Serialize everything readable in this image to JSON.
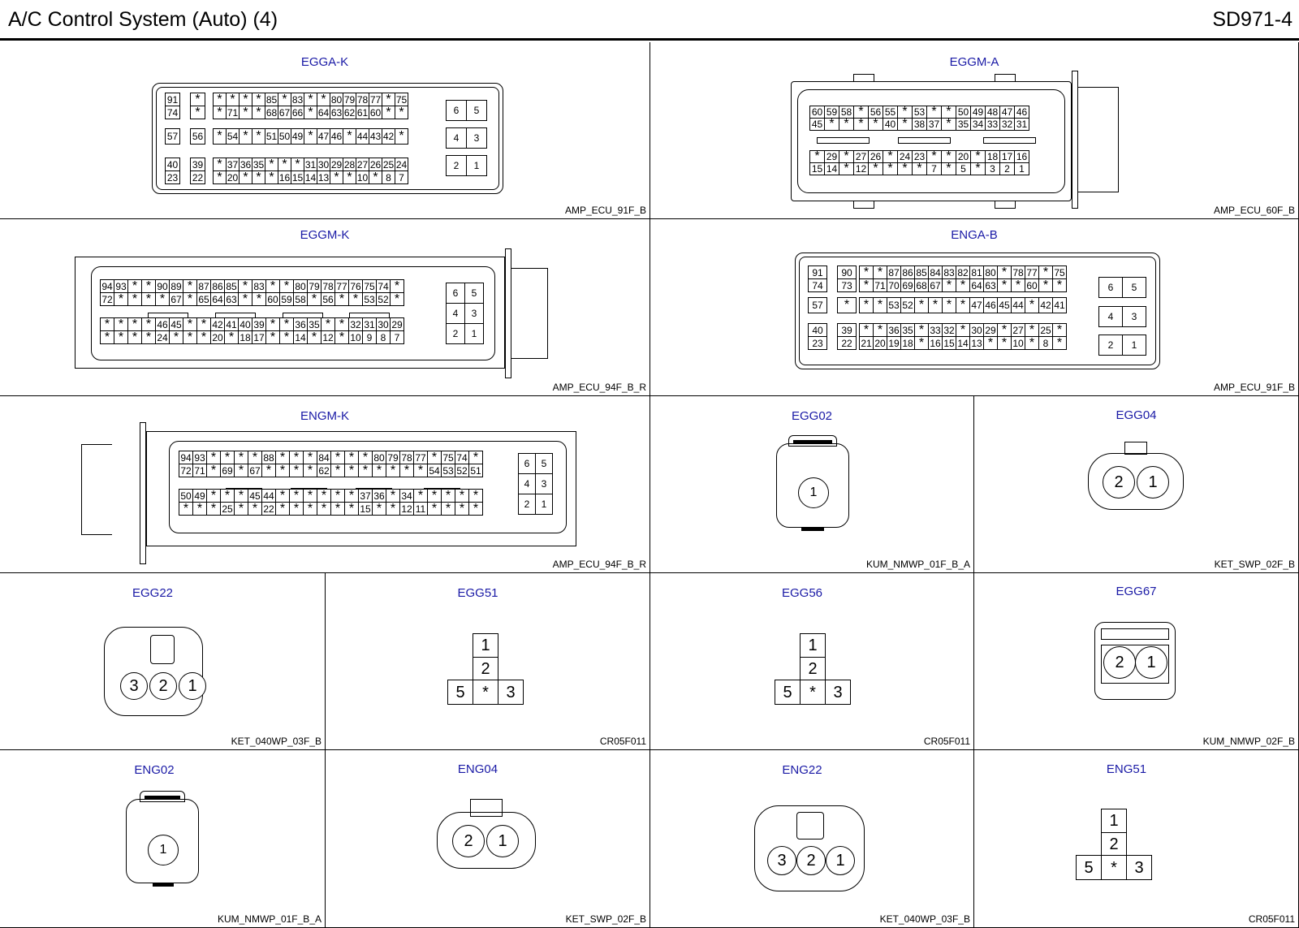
{
  "header": {
    "title": "A/C Control System (Auto) (4)",
    "code": "SD971-4"
  },
  "panels": [
    {
      "id": "egga-k",
      "title": "EGGA-K",
      "code": "AMP_ECU_91F_B"
    },
    {
      "id": "eggm-a",
      "title": "EGGM-A",
      "code": "AMP_ECU_60F_B"
    },
    {
      "id": "eggm-k",
      "title": "EGGM-K",
      "code": "AMP_ECU_94F_B_R"
    },
    {
      "id": "enga-b",
      "title": "ENGA-B",
      "code": "AMP_ECU_91F_B"
    },
    {
      "id": "engm-k",
      "title": "ENGM-K",
      "code": "AMP_ECU_94F_B_R"
    },
    {
      "id": "egg02",
      "title": "EGG02",
      "code": "KUM_NMWP_01F_B_A"
    },
    {
      "id": "egg04",
      "title": "EGG04",
      "code": "KET_SWP_02F_B"
    },
    {
      "id": "egg22",
      "title": "EGG22",
      "code": "KET_040WP_03F_B"
    },
    {
      "id": "egg51",
      "title": "EGG51",
      "code": "CR05F011"
    },
    {
      "id": "egg56",
      "title": "EGG56",
      "code": "CR05F011"
    },
    {
      "id": "egg67",
      "title": "EGG67",
      "code": "KUM_NMWP_02F_B"
    },
    {
      "id": "eng02",
      "title": "ENG02",
      "code": "KUM_NMWP_01F_B_A"
    },
    {
      "id": "eng04",
      "title": "ENG04",
      "code": "KET_SWP_02F_B"
    },
    {
      "id": "eng22",
      "title": "ENG22",
      "code": "KET_040WP_03F_B"
    },
    {
      "id": "eng51",
      "title": "ENG51",
      "code": "CR05F011"
    }
  ],
  "pinouts": {
    "egga_k": {
      "blocks": [
        [
          [
            "91"
          ],
          [
            "74"
          ]
        ],
        [
          [
            "*"
          ],
          [
            "*"
          ]
        ],
        [
          [
            "*",
            "*",
            "*",
            "*",
            "85",
            "*",
            "83",
            "*",
            "*",
            "80",
            "79",
            "78",
            "77",
            "*",
            "75"
          ],
          [
            "*",
            "71",
            "*",
            "*",
            "68",
            "67",
            "66",
            "*",
            "64",
            "63",
            "62",
            "61",
            "60",
            "*",
            "*"
          ]
        ],
        [
          [
            "57"
          ]
        ],
        [
          [
            "56"
          ]
        ],
        [
          [
            "*",
            "54",
            "*",
            "*",
            "51",
            "50",
            "49",
            "*",
            "47",
            "46",
            "*",
            "44",
            "43",
            "42",
            "*"
          ]
        ],
        [
          [
            "40"
          ],
          [
            "23"
          ]
        ],
        [
          [
            "39"
          ],
          [
            "22"
          ]
        ],
        [
          [
            "*",
            "37",
            "36",
            "35",
            "*",
            "*",
            "*",
            "31",
            "30",
            "29",
            "28",
            "27",
            "26",
            "25",
            "24"
          ],
          [
            "*",
            "20",
            "*",
            "*",
            "*",
            "16",
            "15",
            "14",
            "13",
            "*",
            "*",
            "10",
            "*",
            "8",
            "7"
          ]
        ],
        [
          [
            "6",
            "5"
          ]
        ],
        [
          [
            "4",
            "3"
          ]
        ],
        [
          [
            "2",
            "1"
          ]
        ]
      ]
    },
    "eggm_a": {
      "blocks": [
        [
          [
            "60",
            "59",
            "58",
            "*",
            "56",
            "55",
            "*",
            "53",
            "*",
            "*",
            "50",
            "49",
            "48",
            "47",
            "46"
          ],
          [
            "45",
            "*",
            "*",
            "*",
            "*",
            "40",
            "*",
            "38",
            "37",
            "*",
            "35",
            "34",
            "33",
            "32",
            "31"
          ]
        ],
        [
          [
            "*",
            "29",
            "*",
            "27",
            "26",
            "*",
            "24",
            "23",
            "*",
            "*",
            "20",
            "*",
            "18",
            "17",
            "16"
          ],
          [
            "15",
            "14",
            "*",
            "12",
            "*",
            "*",
            "*",
            "*",
            "7",
            "*",
            "5",
            "*",
            "3",
            "2",
            "1"
          ]
        ]
      ]
    },
    "eggm_k": {
      "blocks": [
        [
          [
            "94",
            "93",
            "*",
            "*",
            "90",
            "89",
            "*",
            "87",
            "86",
            "85",
            "*",
            "83",
            "*",
            "*",
            "80",
            "79",
            "78",
            "77",
            "76",
            "75",
            "74",
            "*"
          ],
          [
            "72",
            "*",
            "*",
            "*",
            "*",
            "67",
            "*",
            "65",
            "64",
            "63",
            "*",
            "*",
            "60",
            "59",
            "58",
            "*",
            "56",
            "*",
            "*",
            "53",
            "52",
            "*"
          ]
        ],
        [
          [
            "*",
            "*",
            "*",
            "*",
            "46",
            "45",
            "*",
            "*",
            "42",
            "41",
            "40",
            "39",
            "*",
            "*",
            "36",
            "35",
            "*",
            "*",
            "32",
            "31",
            "30",
            "29"
          ],
          [
            "*",
            "*",
            "*",
            "*",
            "24",
            "*",
            "*",
            "*",
            "20",
            "*",
            "18",
            "17",
            "*",
            "*",
            "14",
            "*",
            "12",
            "*",
            "10",
            "9",
            "8",
            "7"
          ]
        ],
        [
          [
            "6",
            "5"
          ],
          [
            "4",
            "3"
          ],
          [
            "2",
            "1"
          ]
        ]
      ]
    },
    "enga_b": {
      "blocks": [
        [
          [
            "91"
          ],
          [
            "74"
          ]
        ],
        [
          [
            "90"
          ],
          [
            "73"
          ]
        ],
        [
          [
            "*",
            "*",
            "87",
            "86",
            "85",
            "84",
            "83",
            "82",
            "81",
            "80",
            "*",
            "78",
            "77",
            "*",
            "75"
          ],
          [
            "*",
            "71",
            "70",
            "69",
            "68",
            "67",
            "*",
            "*",
            "64",
            "63",
            "*",
            "*",
            "60",
            "*",
            "*"
          ]
        ],
        [
          [
            "57"
          ]
        ],
        [
          [
            "*"
          ]
        ],
        [
          [
            "*",
            "*",
            "53",
            "52",
            "*",
            "*",
            "*",
            "*",
            "47",
            "46",
            "45",
            "44",
            "*",
            "42",
            "41"
          ]
        ],
        [
          [
            "40"
          ],
          [
            "23"
          ]
        ],
        [
          [
            "39"
          ],
          [
            "22"
          ]
        ],
        [
          [
            "*",
            "*",
            "36",
            "35",
            "*",
            "33",
            "32",
            "*",
            "30",
            "29",
            "*",
            "27",
            "*",
            "25",
            "*"
          ],
          [
            "21",
            "20",
            "19",
            "18",
            "*",
            "16",
            "15",
            "14",
            "13",
            "*",
            "*",
            "10",
            "*",
            "8",
            "*"
          ]
        ],
        [
          [
            "6",
            "5"
          ]
        ],
        [
          [
            "4",
            "3"
          ]
        ],
        [
          [
            "2",
            "1"
          ]
        ]
      ]
    },
    "engm_k": {
      "blocks": [
        [
          [
            "94",
            "93",
            "*",
            "*",
            "*",
            "*",
            "88",
            "*",
            "*",
            "*",
            "84",
            "*",
            "*",
            "*",
            "80",
            "79",
            "78",
            "77",
            "*",
            "75",
            "74",
            "*"
          ],
          [
            "72",
            "71",
            "*",
            "69",
            "*",
            "67",
            "*",
            "*",
            "*",
            "*",
            "62",
            "*",
            "*",
            "*",
            "*",
            "*",
            "*",
            "*",
            "54",
            "53",
            "52",
            "51"
          ]
        ],
        [
          [
            "50",
            "49",
            "*",
            "*",
            "*",
            "45",
            "44",
            "*",
            "*",
            "*",
            "*",
            "*",
            "*",
            "37",
            "36",
            "*",
            "34",
            "*",
            "*",
            "*",
            "*",
            "*"
          ],
          [
            "*",
            "*",
            "*",
            "25",
            "*",
            "*",
            "22",
            "*",
            "*",
            "*",
            "*",
            "*",
            "*",
            "15",
            "*",
            "*",
            "12",
            "11",
            "*",
            "*",
            "*",
            "*"
          ]
        ],
        [
          [
            "6",
            "5"
          ],
          [
            "4",
            "3"
          ],
          [
            "2",
            "1"
          ]
        ]
      ]
    },
    "egg02": {
      "pins": [
        "1"
      ]
    },
    "egg04": {
      "pins": [
        "2",
        "1"
      ]
    },
    "egg22": {
      "pins": [
        "3",
        "2",
        "1"
      ]
    },
    "egg51": {
      "top": [
        "1",
        "2"
      ],
      "bottom": [
        "5",
        "*",
        "3"
      ]
    },
    "egg56": {
      "top": [
        "1",
        "2"
      ],
      "bottom": [
        "5",
        "*",
        "3"
      ]
    },
    "egg67": {
      "pins": [
        "2",
        "1"
      ]
    },
    "eng02": {
      "pins": [
        "1"
      ]
    },
    "eng04": {
      "pins": [
        "2",
        "1"
      ]
    },
    "eng22": {
      "pins": [
        "3",
        "2",
        "1"
      ]
    },
    "eng51": {
      "top": [
        "1",
        "2"
      ],
      "bottom": [
        "5",
        "*",
        "3"
      ]
    }
  }
}
